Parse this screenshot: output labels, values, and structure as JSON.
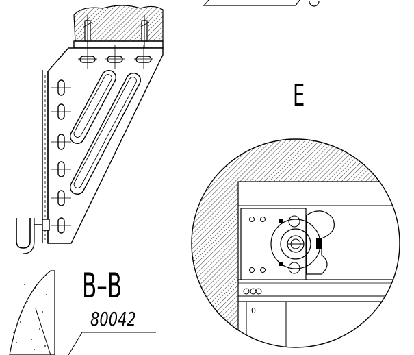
{
  "drawing": {
    "line_color": "#000000",
    "background_color": "#ffffff",
    "detail_label": "E",
    "section_label": "B–B",
    "part_number": "80042",
    "small_label": "0"
  },
  "icons": [
    "bracket-drawing",
    "detail-circle-drawing",
    "section-drawing"
  ]
}
